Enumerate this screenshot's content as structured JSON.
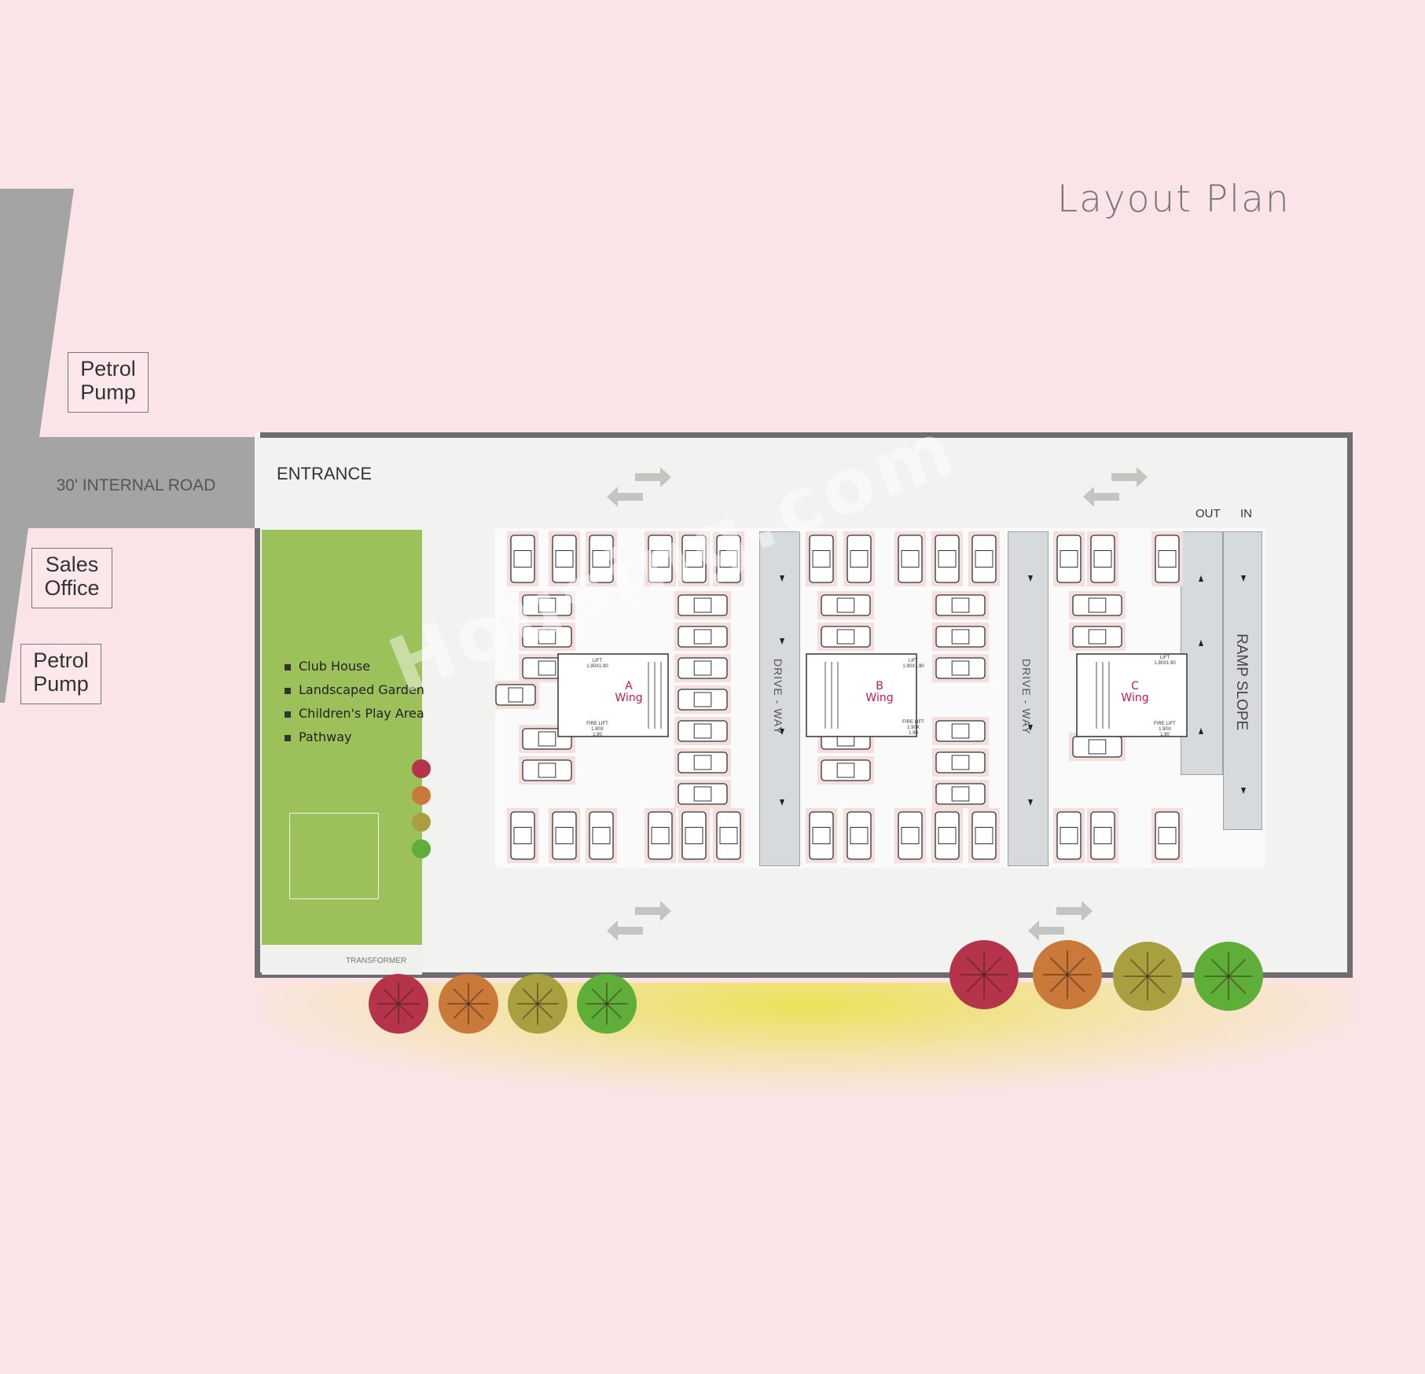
{
  "title": "Layout Plan",
  "road": {
    "label": "30' INTERNAL ROAD"
  },
  "landmarks": {
    "petrol_pump_top": "Petrol\nPump",
    "sales_office": "Sales\nOffice",
    "petrol_pump_bottom": "Petrol\nPump"
  },
  "site": {
    "entrance": "ENTRANCE",
    "transformer": "TRANSFORMER",
    "amenities": [
      "Club House",
      "Landscaped Garden",
      "Children's Play Area",
      "Pathway"
    ]
  },
  "plan": {
    "driveway_1": "DRIVE - WAY",
    "driveway_2": "DRIVE - WAY",
    "ramp_slope": "RAMP SLOPE",
    "out": "OUT",
    "in": "IN",
    "wing_a": "A\nWing",
    "wing_b": "B\nWing",
    "wing_c": "C\nWing",
    "lift": "LIFT\n1.90X1.90",
    "fire_lift": "FIRE LIFT\n1.90X\n1.90"
  },
  "watermark": "Housing.com",
  "colors": {
    "background": "#fbe4e7",
    "road": "#a4a4a4",
    "garden": "#9dc15a",
    "site": "#f2f2f0",
    "wing_label": "#c2185b"
  },
  "trees": [
    "red",
    "orange",
    "olive",
    "green",
    "red",
    "orange",
    "olive",
    "green"
  ]
}
